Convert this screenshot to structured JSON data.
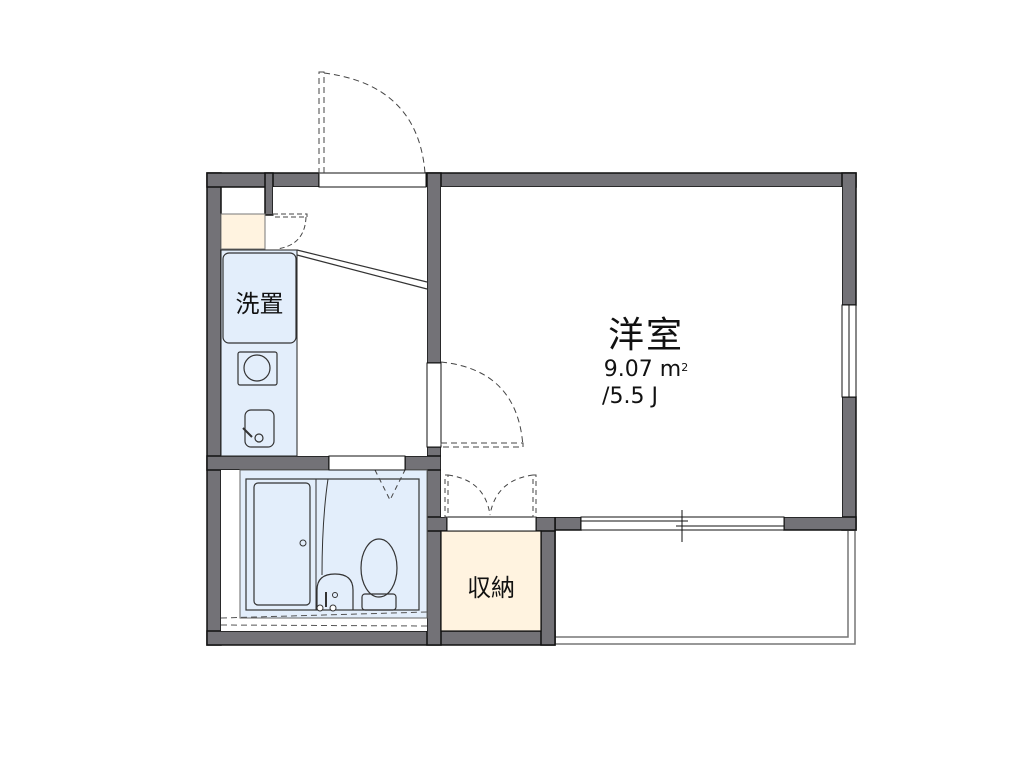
{
  "plan": {
    "colors": {
      "wall": "#737277",
      "wall_stroke": "#111111",
      "wet_area": "#e3eefb",
      "storage": "#fff3e0",
      "floor": "#ffffff",
      "dashed": "#555555"
    },
    "rooms": {
      "western_room": {
        "name": "洋室",
        "area": "9.07 ㎡",
        "area_value": "9.07",
        "area_unit": "m",
        "area_sup": "2",
        "tatami": "/5.5 J"
      },
      "washroom": {
        "name": "洗置"
      },
      "storage": {
        "name": "収納"
      }
    },
    "fixtures": [
      "washing-machine-space",
      "kitchen-sink",
      "bathtub",
      "wash-basin",
      "toilet",
      "entrance-door",
      "room-door",
      "closet-double-door",
      "window-east",
      "sliding-window-south",
      "balcony"
    ]
  }
}
